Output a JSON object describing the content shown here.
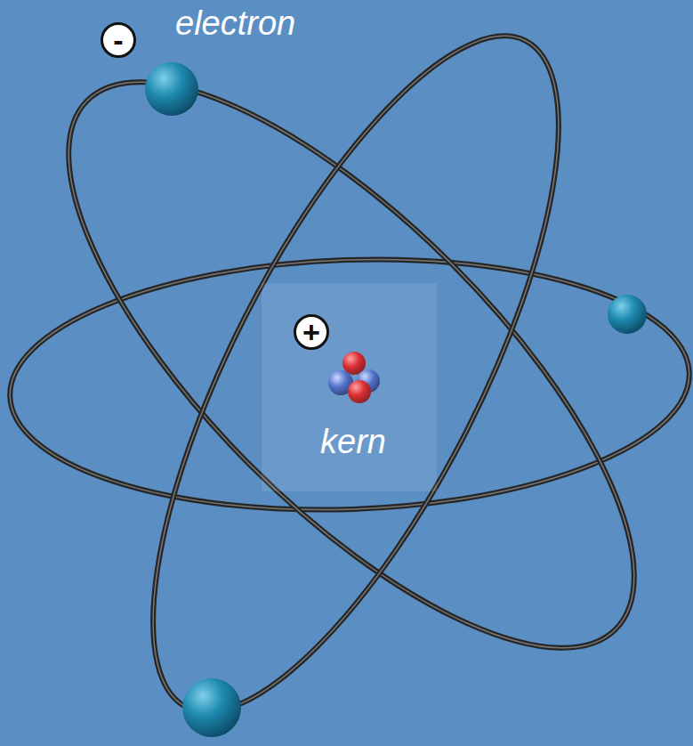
{
  "diagram": {
    "nodes": [
      {
        "text": [
          "+",
          "kern"
        ]
      }
    ],
    "labels": [
      "-",
      "electron"
    ]
  }
}
